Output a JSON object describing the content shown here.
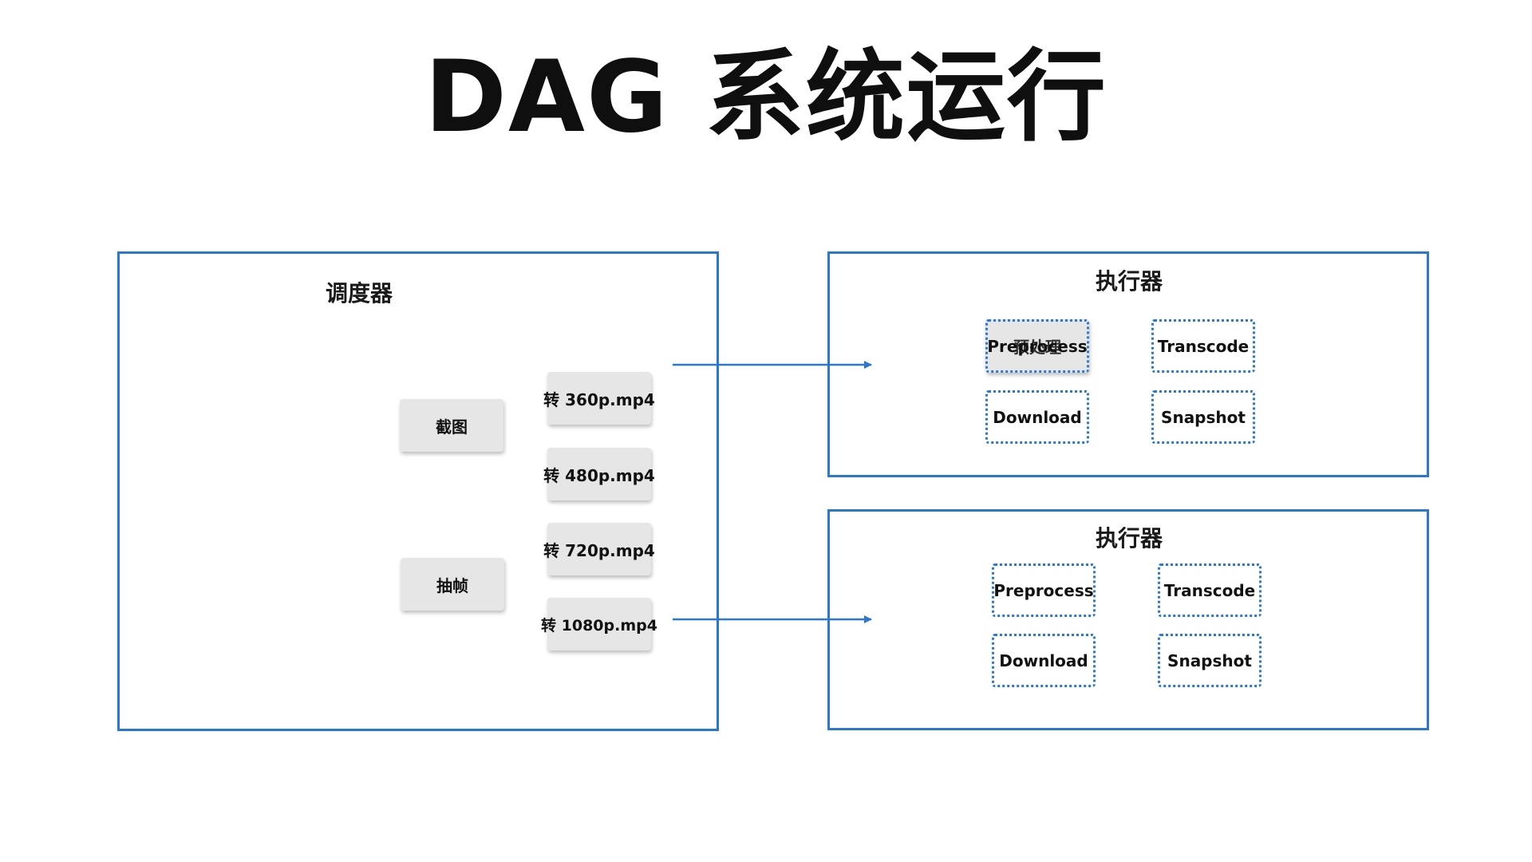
{
  "title": "DAG 系统运行",
  "scheduler": {
    "label": "调度器",
    "tasks": {
      "screenshot": "截图",
      "frame_extract": "抽帧",
      "t360": "转 360p.mp4",
      "t480": "转 480p.mp4",
      "t720": "转 720p.mp4",
      "t1080": "转 1080p.mp4"
    }
  },
  "executor1": {
    "label": "执行器",
    "preprocess": "Preprocess",
    "preprocess_running": "预处理",
    "transcode": "Transcode",
    "download": "Download",
    "snapshot": "Snapshot"
  },
  "executor2": {
    "label": "执行器",
    "preprocess": "Preprocess",
    "transcode": "Transcode",
    "download": "Download",
    "snapshot": "Snapshot"
  },
  "colors": {
    "accent": "#2a78d4",
    "task_fill": "#e6e6e6"
  }
}
